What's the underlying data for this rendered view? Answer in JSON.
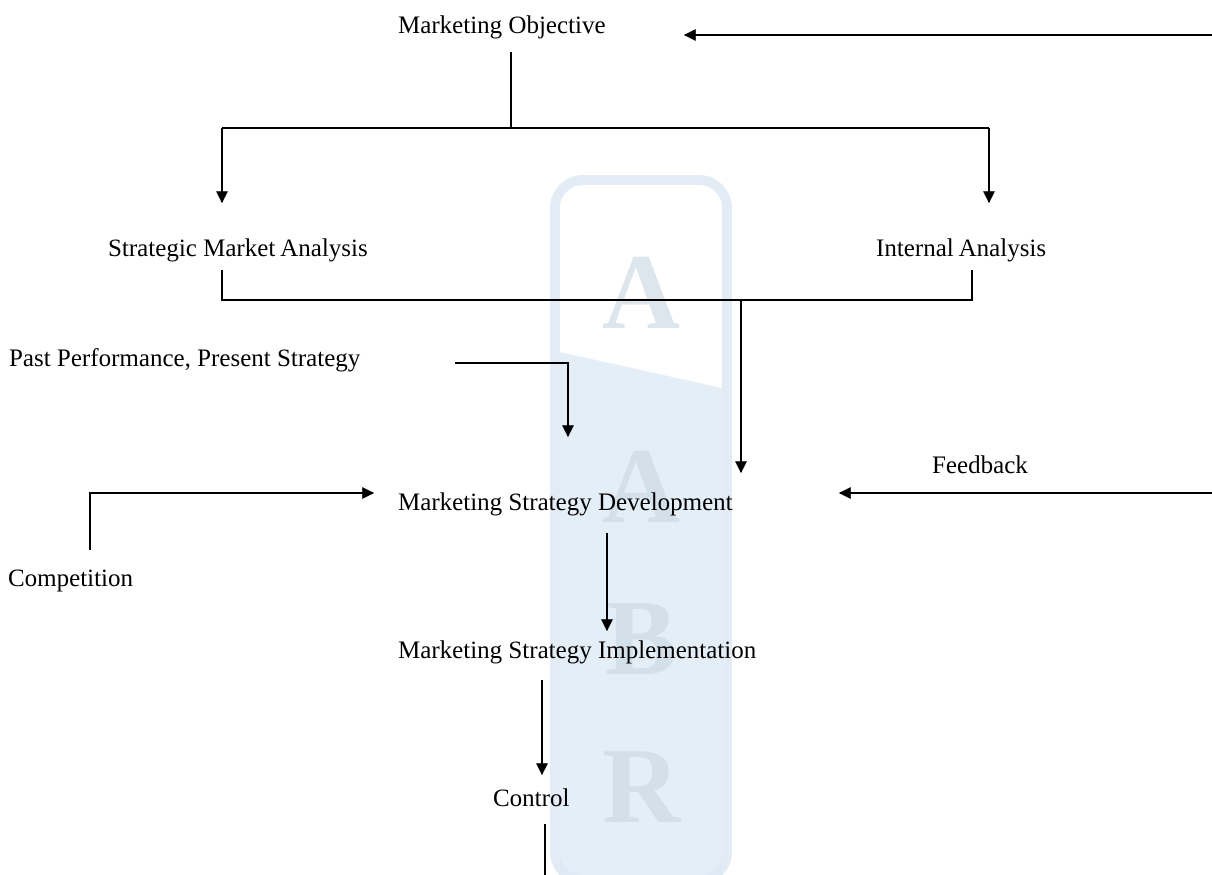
{
  "diagram": {
    "nodes": {
      "objective": "Marketing Objective",
      "market_analysis": "Strategic Market Analysis",
      "internal_analysis": "Internal Analysis",
      "past_performance": "Past Performance, Present Strategy",
      "strategy_development": "Marketing Strategy Development",
      "feedback": "Feedback",
      "competition": "Competition",
      "implementation": "Marketing Strategy Implementation",
      "control": "Control"
    }
  },
  "watermark": {
    "letters": [
      "A",
      "A",
      "B",
      "R"
    ],
    "colors": {
      "frame": "#e3ecf4",
      "band": "#dbe8f4",
      "letter": "#dde6ec"
    }
  },
  "colors": {
    "line": "#000000",
    "text": "#000000",
    "background": "#ffffff"
  }
}
